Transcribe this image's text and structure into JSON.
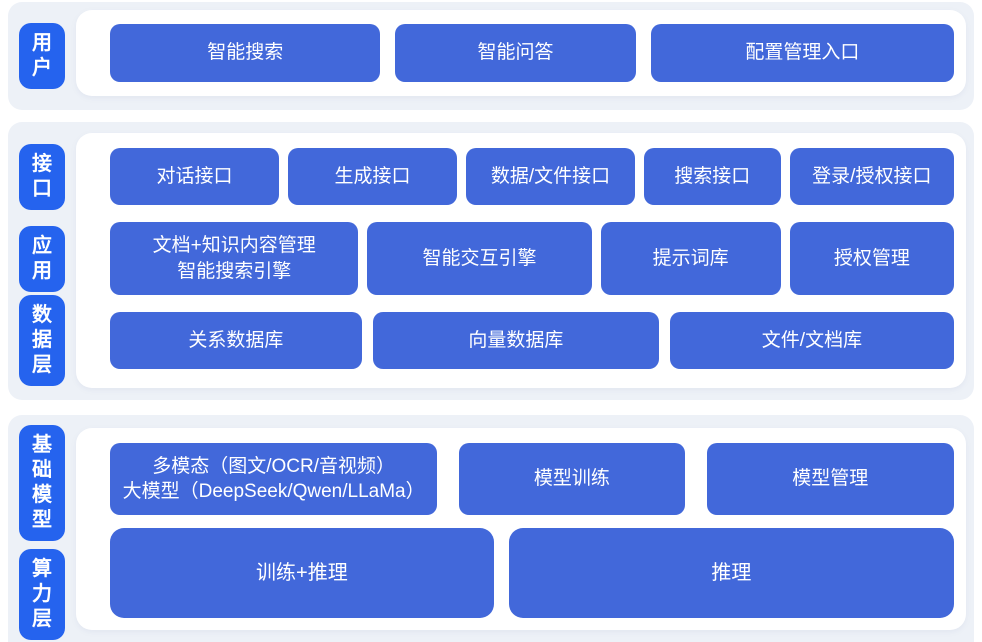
{
  "diagram": {
    "title": "AI platform layered architecture diagram",
    "colors": {
      "page_bg": "#ffffff",
      "section_bg": "#edf1f7",
      "panel_bg": "#ffffff",
      "label_bg": "#2563ee",
      "label_text": "#ffffff",
      "button_bg": "#4268da",
      "button_text": "#ffffff"
    },
    "sections": [
      {
        "name": "user-layer",
        "labels": [
          "用户"
        ],
        "rows": [
          {
            "buttons": [
              "智能搜索",
              "智能问答",
              "配置管理入口"
            ]
          }
        ]
      },
      {
        "name": "interface-application-data-layers",
        "labels": [
          "接口",
          "应用",
          "数据层"
        ],
        "rows": [
          {
            "buttons": [
              "对话接口",
              "生成接口",
              "数据/文件接口",
              "搜索接口",
              "登录/授权接口"
            ]
          },
          {
            "buttons": [
              "文档+知识内容管理\n智能搜索引擎",
              "智能交互引擎",
              "提示词库",
              "授权管理"
            ]
          },
          {
            "buttons": [
              "关系数据库",
              "向量数据库",
              "文件/文档库"
            ]
          }
        ]
      },
      {
        "name": "foundation-model-compute-layers",
        "labels": [
          "基础模型",
          "算力层"
        ],
        "rows": [
          {
            "buttons": [
              "多模态（图文/OCR/音视频）\n大模型（DeepSeek/Qwen/LLaMa）",
              "模型训练",
              "模型管理"
            ]
          },
          {
            "buttons": [
              "训练+推理",
              "推理"
            ]
          }
        ]
      }
    ]
  }
}
